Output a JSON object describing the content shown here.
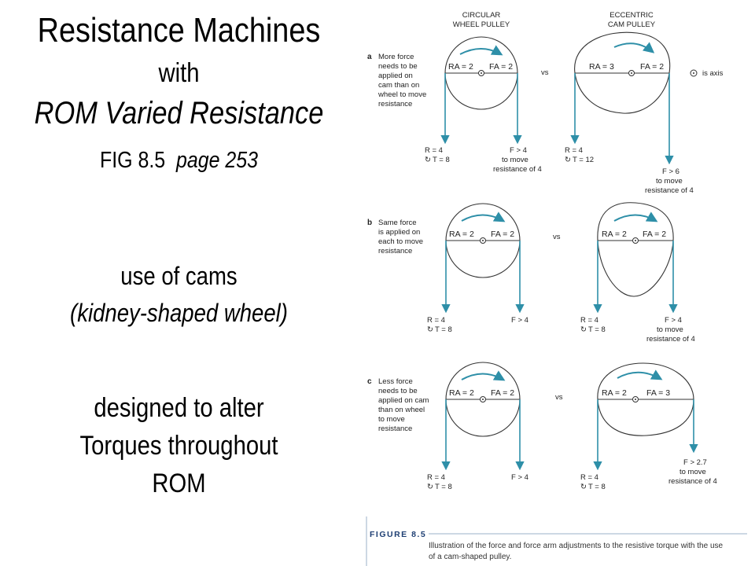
{
  "left": {
    "title": "Resistance Machines",
    "with": "with",
    "subtitle": "ROM Varied Resistance",
    "fig_ref": "FIG 8.5",
    "page_ref": "page 253",
    "cams_line1": "use of cams",
    "cams_line2": "(kidney-shaped wheel)",
    "alter_line1": "designed to alter",
    "alter_line2": "Torques throughout",
    "alter_line3": "ROM"
  },
  "figure": {
    "header_circular": [
      "CIRCULAR",
      "WHEEL PULLEY"
    ],
    "header_eccentric": [
      "ECCENTRIC",
      "CAM PULLEY"
    ],
    "vs": "vs",
    "axis_legend": "is axis",
    "panel_a": {
      "letter": "a",
      "desc": [
        "More force",
        "needs to be",
        "applied on",
        "cam than on",
        "wheel to move",
        "resistance"
      ],
      "wheel": {
        "ra": "RA = 2",
        "fa": "FA = 2",
        "r": "R = 4",
        "t": "T = 8",
        "f": [
          "F > 4",
          "to move",
          "resistance of 4"
        ]
      },
      "cam": {
        "ra": "RA = 3",
        "fa": "FA = 2",
        "r": "R = 4",
        "t": "T = 12",
        "f": [
          "F > 6",
          "to move",
          "resistance of 4"
        ]
      }
    },
    "panel_b": {
      "letter": "b",
      "desc": [
        "Same force",
        "is applied on",
        "each to move",
        "resistance"
      ],
      "wheel": {
        "ra": "RA = 2",
        "fa": "FA = 2",
        "r": "R = 4",
        "t": "T = 8",
        "f": [
          "F > 4"
        ]
      },
      "cam": {
        "ra": "RA = 2",
        "fa": "FA = 2",
        "r": "R = 4",
        "t": "T = 8",
        "f": [
          "F > 4",
          "to move",
          "resistance of 4"
        ]
      }
    },
    "panel_c": {
      "letter": "c",
      "desc": [
        "Less force",
        "needs to be",
        "applied on cam",
        "than on wheel",
        "to move",
        "resistance"
      ],
      "wheel": {
        "ra": "RA = 2",
        "fa": "FA = 2",
        "r": "R = 4",
        "t": "T = 8",
        "f": [
          "F > 4"
        ]
      },
      "cam": {
        "ra": "RA = 2",
        "fa": "FA = 3",
        "r": "R = 4",
        "t": "T = 8",
        "f": [
          "F > 2.7",
          "to move",
          "resistance of 4"
        ]
      }
    },
    "figure_label": "FIGURE 8.5",
    "caption": [
      "Illustration of the force and force arm adjustments to the resistive torque with the use",
      "of a cam-shaped pulley."
    ],
    "colors": {
      "arrow": "#2e8fa8",
      "line": "#333333",
      "figure_label": "#1e3f73"
    }
  }
}
